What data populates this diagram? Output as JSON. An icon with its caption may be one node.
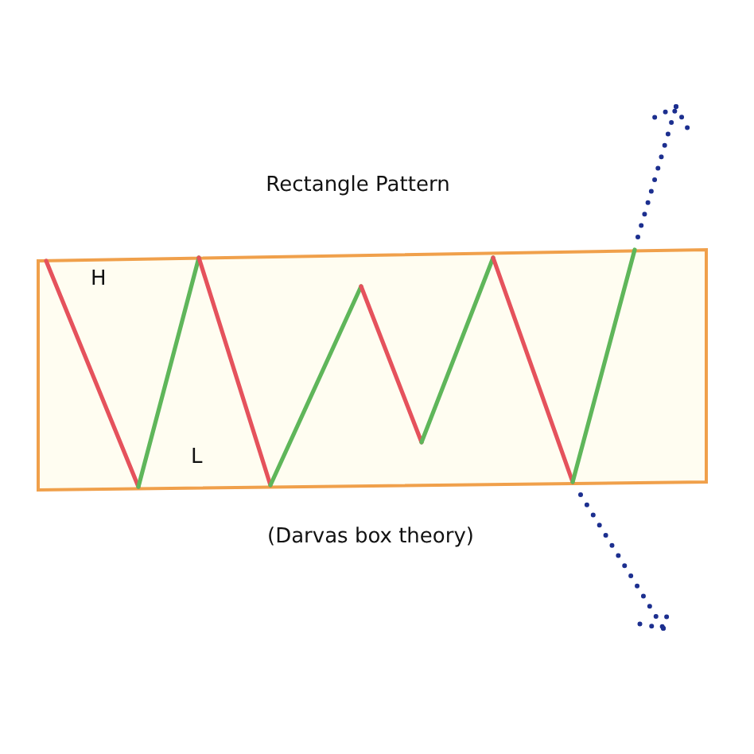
{
  "diagram": {
    "title": "Rectangle Pattern",
    "caption": "(Darvas box theory)",
    "labels": [
      "H",
      "L"
    ]
  }
}
